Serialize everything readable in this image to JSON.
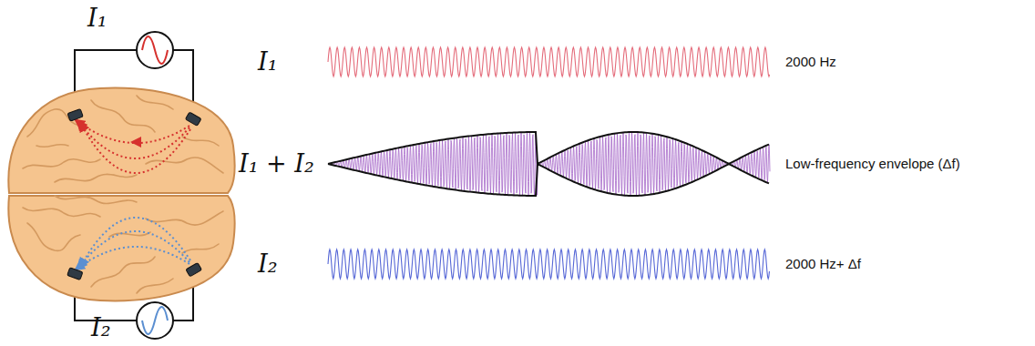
{
  "diagram": {
    "labels": [
      "I₁",
      "I₁",
      "2000 Hz",
      "I₁ + I₂",
      "Low-frequency envelope (Δf)",
      "I₂",
      "2000 Hz+ Δf",
      "I₂"
    ]
  }
}
